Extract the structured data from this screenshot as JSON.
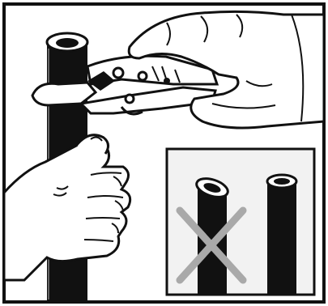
{
  "illustration": {
    "subject": "pipe-cutter-instruction",
    "colors": {
      "ink": "#111111",
      "paper": "#ffffff",
      "inset_background": "#f2f2f2",
      "cross": "#a9a9a9",
      "frame": "#111111"
    },
    "inset": {
      "incorrect_cut": "angled",
      "correct_cut": "square",
      "incorrect_marker": "cross-mark"
    }
  }
}
